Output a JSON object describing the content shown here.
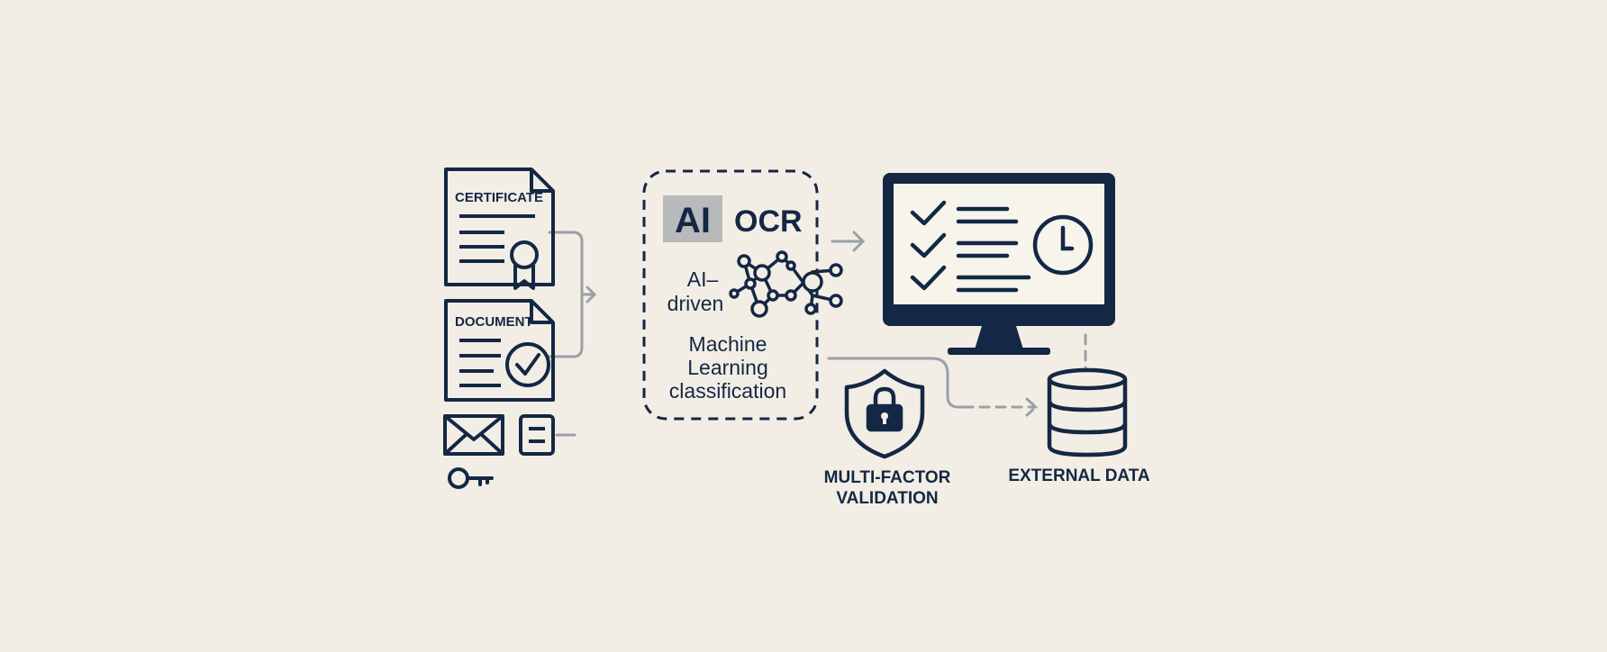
{
  "colors": {
    "background": "#f2eee5",
    "ink": "#142744",
    "connector": "#9aa0a6",
    "ai_badge": "#b7b9ba",
    "screen_fill": "#f7f4ec"
  },
  "inputs": {
    "certificate_label": "CERTIFICATE",
    "document_label": "DOCUMENT",
    "icons": [
      "certificate-icon",
      "ribbon-seal-icon",
      "document-icon",
      "checkmark-circle-icon",
      "envelope-icon",
      "note-icon",
      "key-icon"
    ]
  },
  "processing": {
    "ai_badge": "AI",
    "ocr_label": "OCR",
    "ai_driven_line1": "AI–",
    "ai_driven_line2": "driven",
    "ml_line1": "Machine",
    "ml_line2": "Learning",
    "ml_line3": "classification",
    "icons": [
      "neural-network-icon"
    ]
  },
  "output": {
    "icons": [
      "monitor-icon",
      "checklist-icon",
      "clock-icon"
    ]
  },
  "validation": {
    "label_line1": "MULTI-FACTOR",
    "label_line2": "VALIDATION",
    "icons": [
      "shield-lock-icon"
    ]
  },
  "external": {
    "label": "EXTERNAL DATA",
    "icons": [
      "database-icon"
    ]
  }
}
